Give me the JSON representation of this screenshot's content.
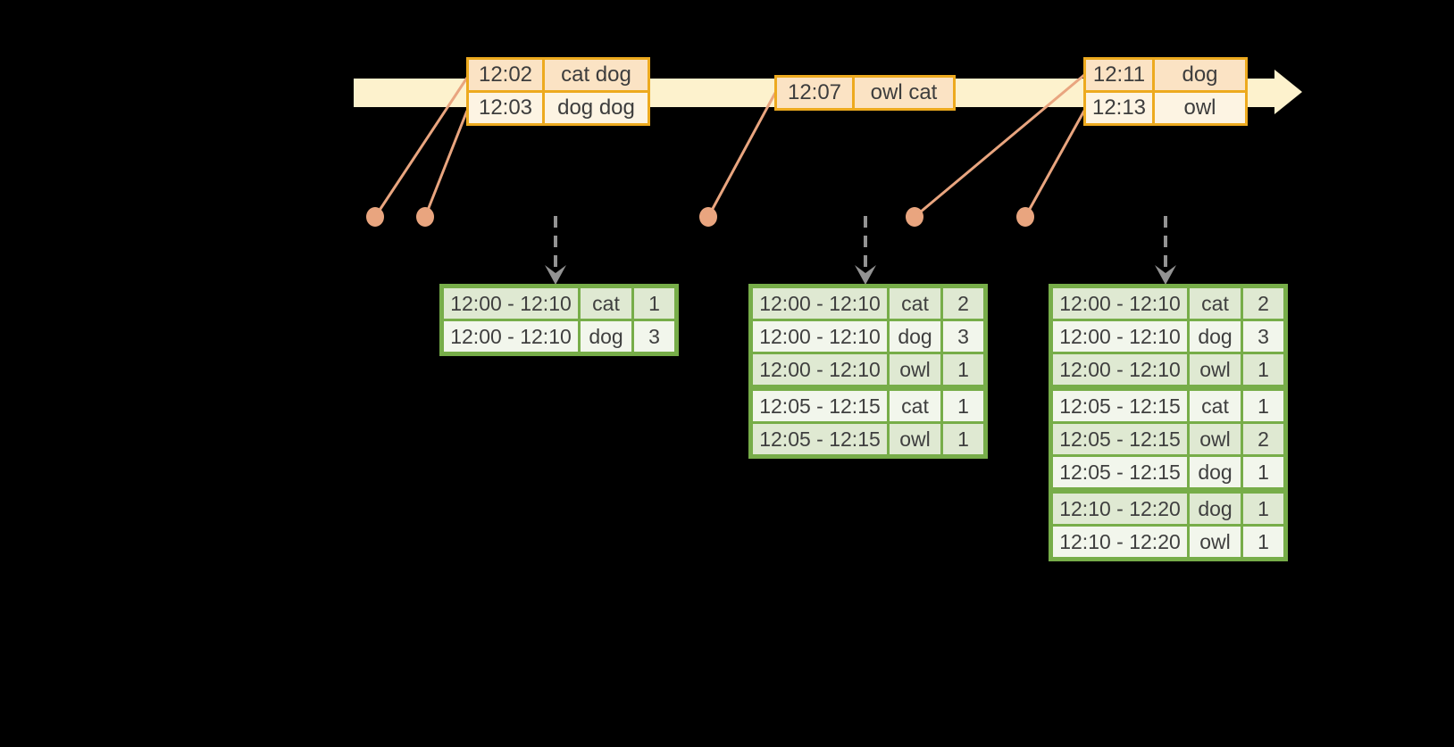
{
  "palette": {
    "background": "#000000",
    "timeline_arrow_fill": "#fdf2cd",
    "event_table_border": "#edaa1f",
    "event_row_fill_dark": "#fbe3c4",
    "event_row_fill_light": "#fdf4e3",
    "connector_salmon": "#e9a57f",
    "trigger_arrow_gray": "#939393",
    "result_table_border": "#77ad49",
    "result_row_fill_green": "#dfe9d2",
    "result_row_fill_white": "#f2f6ec",
    "text_color": "#3d3d3d"
  },
  "timeline": {
    "events": [
      {
        "rows": [
          {
            "time": "12:02",
            "words": "cat dog"
          },
          {
            "time": "12:03",
            "words": "dog dog"
          }
        ]
      },
      {
        "rows": [
          {
            "time": "12:07",
            "words": "owl cat"
          }
        ]
      },
      {
        "rows": [
          {
            "time": "12:11",
            "words": "dog"
          },
          {
            "time": "12:13",
            "words": "owl"
          }
        ]
      }
    ]
  },
  "result_tables": [
    {
      "rows": [
        {
          "window": "12:00 - 12:10",
          "word": "cat",
          "count": "1"
        },
        {
          "window": "12:00 - 12:10",
          "word": "dog",
          "count": "3"
        }
      ]
    },
    {
      "rows": [
        {
          "window": "12:00 - 12:10",
          "word": "cat",
          "count": "2"
        },
        {
          "window": "12:00 - 12:10",
          "word": "dog",
          "count": "3"
        },
        {
          "window": "12:00 - 12:10",
          "word": "owl",
          "count": "1"
        },
        {
          "window": "12:05 - 12:15",
          "word": "cat",
          "count": "1"
        },
        {
          "window": "12:05 - 12:15",
          "word": "owl",
          "count": "1"
        }
      ]
    },
    {
      "rows": [
        {
          "window": "12:00 - 12:10",
          "word": "cat",
          "count": "2"
        },
        {
          "window": "12:00 - 12:10",
          "word": "dog",
          "count": "3"
        },
        {
          "window": "12:00 - 12:10",
          "word": "owl",
          "count": "1"
        },
        {
          "window": "12:05 - 12:15",
          "word": "cat",
          "count": "1"
        },
        {
          "window": "12:05 - 12:15",
          "word": "owl",
          "count": "2"
        },
        {
          "window": "12:05 - 12:15",
          "word": "dog",
          "count": "1"
        },
        {
          "window": "12:10 - 12:20",
          "word": "dog",
          "count": "1"
        },
        {
          "window": "12:10 - 12:20",
          "word": "owl",
          "count": "1"
        }
      ]
    }
  ]
}
